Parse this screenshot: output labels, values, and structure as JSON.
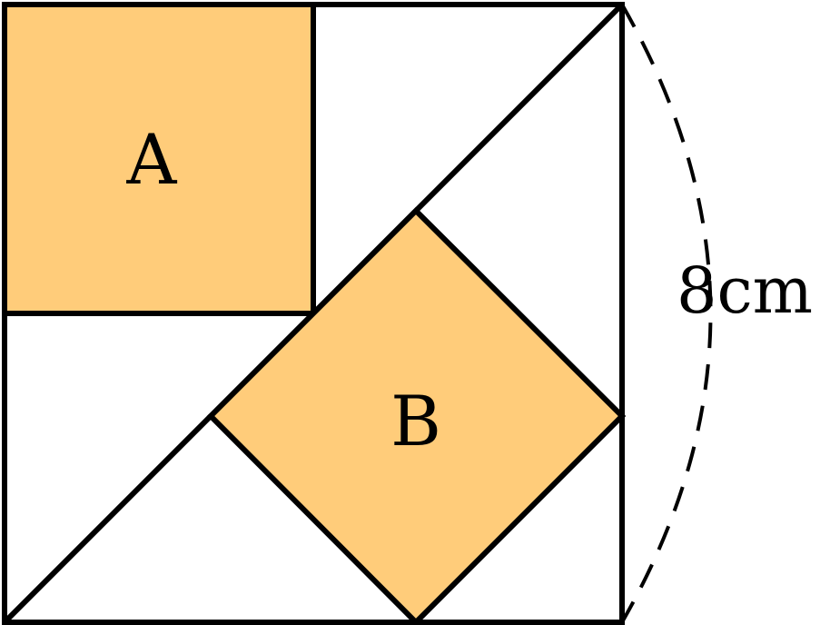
{
  "diagram": {
    "labels": {
      "square_a": "A",
      "square_b": "B",
      "side_length": "8cm"
    },
    "colors": {
      "fill": "#FFCC7A",
      "stroke": "#000000",
      "background": "#FFFFFF"
    }
  }
}
